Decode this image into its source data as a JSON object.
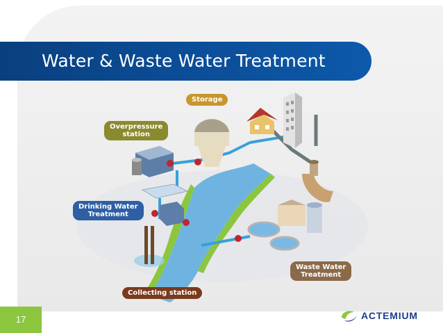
{
  "slide": {
    "title": "Water & Waste Water Treatment",
    "page_number": "17"
  },
  "labels": {
    "storage": "Storage",
    "overpressure": "Overpressure\nstation",
    "drinking": "Drinking Water\nTreatment",
    "collecting": "Collecting station",
    "waste": "Waste Water\nTreatment"
  },
  "logo": {
    "brand": "ACTEMIUM"
  },
  "colors": {
    "banner": "#0b4c95",
    "label_storage": "#c8962e",
    "label_overpressure": "#8a8a2e",
    "label_drinking": "#2e5fa3",
    "label_collecting": "#7a3a1c",
    "label_waste": "#8a6a4a",
    "page_box": "#8cc63f",
    "river": "#5aa5d8",
    "pipes": "#3aa0d8",
    "valves": "#c0262d"
  }
}
